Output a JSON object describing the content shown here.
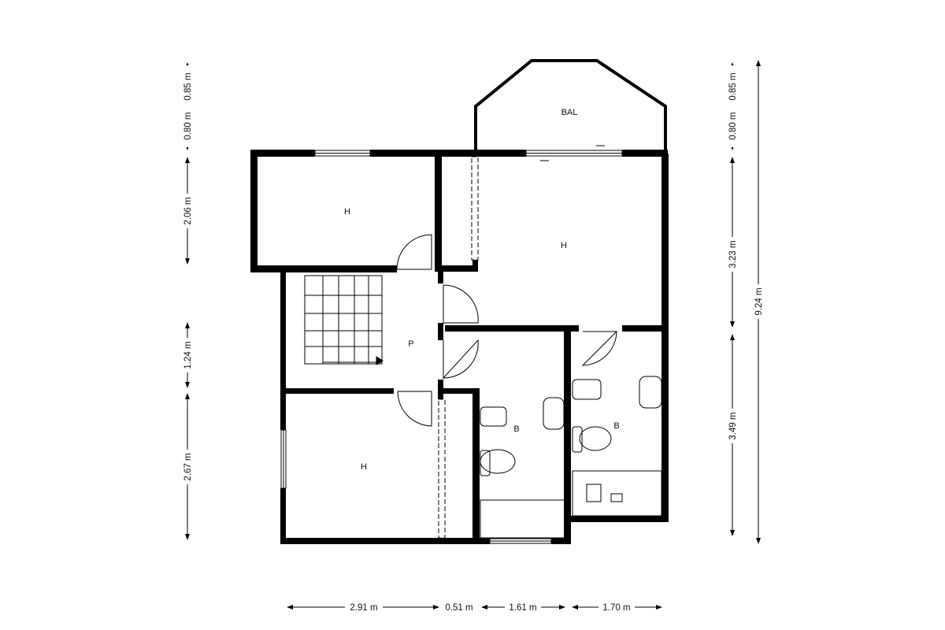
{
  "rooms": [
    {
      "label": "BAL"
    },
    {
      "label": "H"
    },
    {
      "label": "H"
    },
    {
      "label": "P"
    },
    {
      "label": "H"
    },
    {
      "label": "B"
    },
    {
      "label": "B"
    }
  ],
  "dimensions": {
    "left": [
      "0.80 m",
      "0.85 m",
      "2.06 m",
      "1.24 m",
      "2.67 m"
    ],
    "right": [
      "0.80 m",
      "0.85 m",
      "3.23 m",
      "3.49 m",
      "9.24 m"
    ],
    "bottom": [
      "2.91 m",
      "0.51 m",
      "1.61 m",
      "1.70 m"
    ]
  }
}
